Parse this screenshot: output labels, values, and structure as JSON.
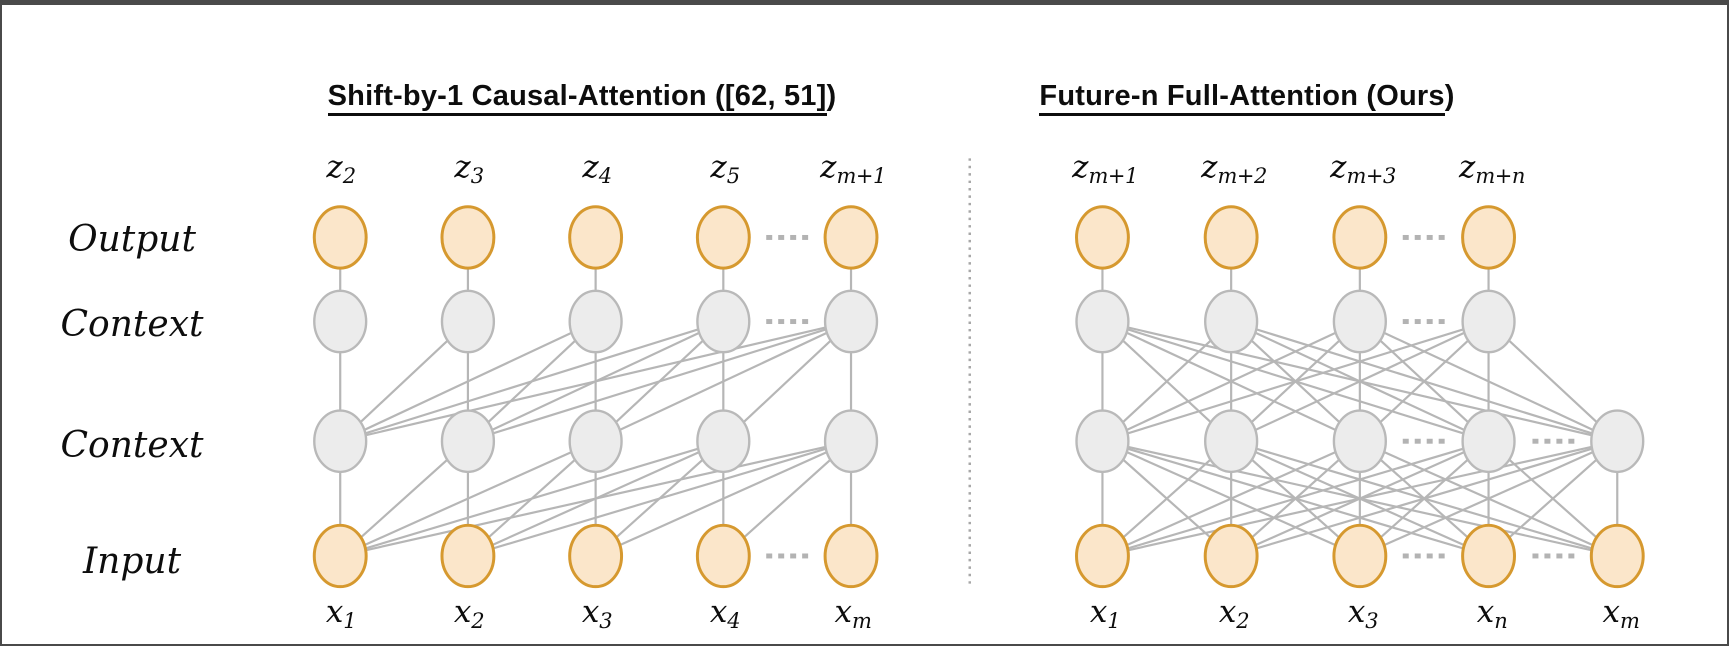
{
  "figure": {
    "background": "#ffffff",
    "frame_color": "#4a4a4a"
  },
  "colors": {
    "node_orange_fill": "#fbe6ca",
    "node_orange_stroke": "#d6992f",
    "node_gray_fill": "#ececec",
    "node_gray_stroke": "#b9b9b9",
    "edge": "#b6b6b6",
    "dots": "#b3b3b3",
    "divider": "#a8a8a8",
    "text": "#0d0d0d"
  },
  "row_labels": [
    {
      "label": "Output",
      "node_color": "orange"
    },
    {
      "label": "Context",
      "node_color": "gray"
    },
    {
      "label": "Context",
      "node_color": "gray"
    },
    {
      "label": "Input",
      "node_color": "orange"
    }
  ],
  "panels": [
    {
      "id": "shift-by-1-causal-attention",
      "title": {
        "prefix": "Shift-by-1 Causal-Attention ([",
        "cite_a": "62",
        "cite_sep": ", ",
        "cite_b": "51",
        "bracket": "]",
        "suffix": ")"
      },
      "attention": "causal",
      "num_top_columns": 5,
      "num_bottom_columns": 5,
      "top_labels": [
        [
          "z",
          "2"
        ],
        [
          "z",
          "3"
        ],
        [
          "z",
          "4"
        ],
        [
          "z",
          "5"
        ],
        [
          "z",
          "m+1"
        ]
      ],
      "bottom_labels": [
        [
          "x",
          "1"
        ],
        [
          "x",
          "2"
        ],
        [
          "x",
          "3"
        ],
        [
          "x",
          "4"
        ],
        [
          "x",
          "m"
        ]
      ],
      "has_ellipsis": true
    },
    {
      "id": "future-n-full-attention",
      "title": {
        "main": "Future-n Full-Attention (Ours",
        "suffix": ")"
      },
      "attention": "full",
      "num_top_columns": 4,
      "num_bottom_columns": 5,
      "top_labels": [
        [
          "z",
          "m+1"
        ],
        [
          "z",
          "m+2"
        ],
        [
          "z",
          "m+3"
        ],
        [
          "z",
          "m+n"
        ]
      ],
      "bottom_labels": [
        [
          "x",
          "1"
        ],
        [
          "x",
          "2"
        ],
        [
          "x",
          "3"
        ],
        [
          "x",
          "n"
        ],
        [
          "x",
          "m"
        ]
      ],
      "has_ellipsis": true
    }
  ],
  "divider": {
    "style": "dotted"
  }
}
